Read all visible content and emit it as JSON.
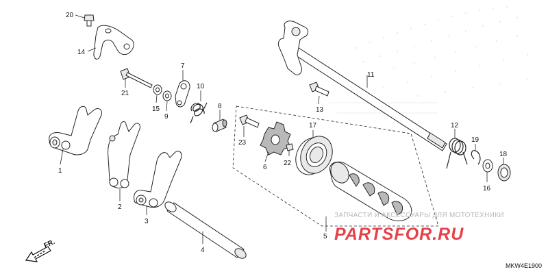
{
  "callouts": [
    {
      "id": "20",
      "text": "20"
    },
    {
      "id": "14",
      "text": "14"
    },
    {
      "id": "21",
      "text": "21"
    },
    {
      "id": "15",
      "text": "15"
    },
    {
      "id": "9",
      "text": "9"
    },
    {
      "id": "7",
      "text": "7"
    },
    {
      "id": "10",
      "text": "10"
    },
    {
      "id": "8",
      "text": "8"
    },
    {
      "id": "1",
      "text": "1"
    },
    {
      "id": "2",
      "text": "2"
    },
    {
      "id": "3",
      "text": "3"
    },
    {
      "id": "4",
      "text": "4"
    },
    {
      "id": "23",
      "text": "23"
    },
    {
      "id": "6",
      "text": "6"
    },
    {
      "id": "22",
      "text": "22"
    },
    {
      "id": "17",
      "text": "17"
    },
    {
      "id": "5",
      "text": "5"
    },
    {
      "id": "11",
      "text": "11"
    },
    {
      "id": "13",
      "text": "13"
    },
    {
      "id": "12",
      "text": "12"
    },
    {
      "id": "19",
      "text": "19"
    },
    {
      "id": "18",
      "text": "18"
    },
    {
      "id": "16",
      "text": "16"
    }
  ],
  "direction_label": "FR.",
  "diagram_code": "MKW4E1900",
  "watermark": {
    "tagline": "ЗАПЧАСТИ И АКСЕССУАРЫ ДЛЯ МОТОТЕХНИКИ",
    "logo_text": "PARTSFOR.RU",
    "logo_color": "#e84048"
  },
  "colors": {
    "line": "#222222",
    "background": "#ffffff",
    "watermark_gray": "#b8b8b8"
  }
}
